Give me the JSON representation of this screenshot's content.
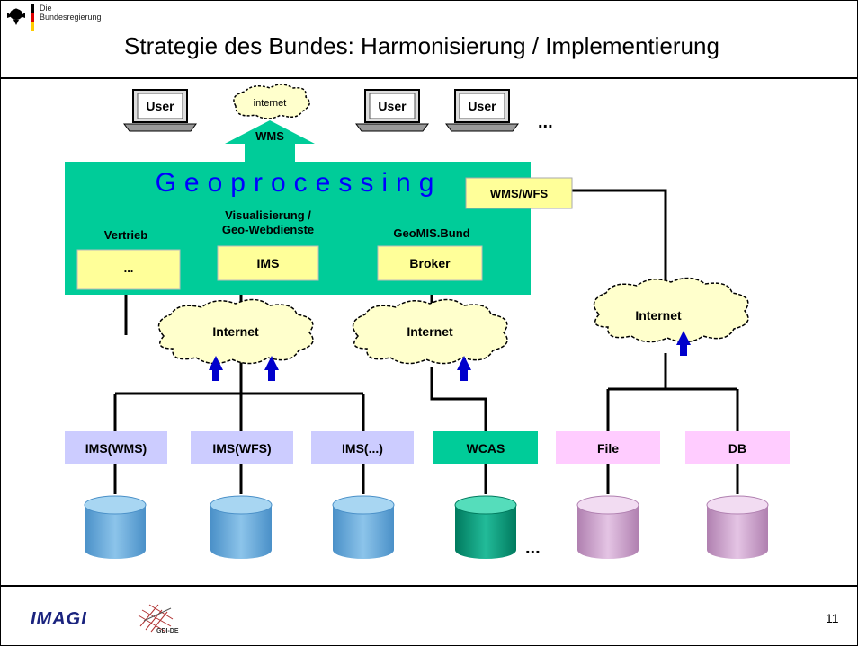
{
  "header": {
    "org_line1": "Die",
    "org_line2": "Bundesregierung",
    "title": "Strategie des Bundes: Harmonisierung / Implementierung"
  },
  "footer": {
    "logo_imagi": "IMAGI",
    "logo_gdi": "GDI-DE",
    "page_number": "11"
  },
  "diagram": {
    "users": [
      "User",
      "User",
      "User"
    ],
    "users_ellipsis": "...",
    "top_cloud": "internet",
    "wms_arrow_label": "WMS",
    "geoprocessing": {
      "title": "Geoprocessing",
      "vertrieb_label": "Vertrieb",
      "vertrieb_box": "...",
      "visualisierung_label_1": "Visualisierung /",
      "visualisierung_label_2": "Geo-Webdienste",
      "ims_box": "IMS",
      "geomis_label": "GeoMIS.Bund",
      "broker_box": "Broker"
    },
    "wms_wfs_box": "WMS/WFS",
    "clouds": [
      "Internet",
      "Internet",
      "Internet"
    ],
    "services": [
      "IMS(WMS)",
      "IMS(WFS)",
      "IMS(...)",
      "WCAS",
      "File",
      "DB"
    ],
    "bottom_ellipsis": "...",
    "colors": {
      "geoprocessing_fill": "#00cc99",
      "inner_box_fill": "#ffff99",
      "ims_service_fill": "#ccccff",
      "wcas_fill": "#00cc99",
      "file_db_fill": "#ffccff",
      "db_blue": "#66aadd",
      "db_teal": "#009977",
      "db_pink": "#cc99cc",
      "cloud_fill": "#ffffcc",
      "arrow_blue": "#0000cc",
      "title_blue": "#0000ff"
    }
  }
}
